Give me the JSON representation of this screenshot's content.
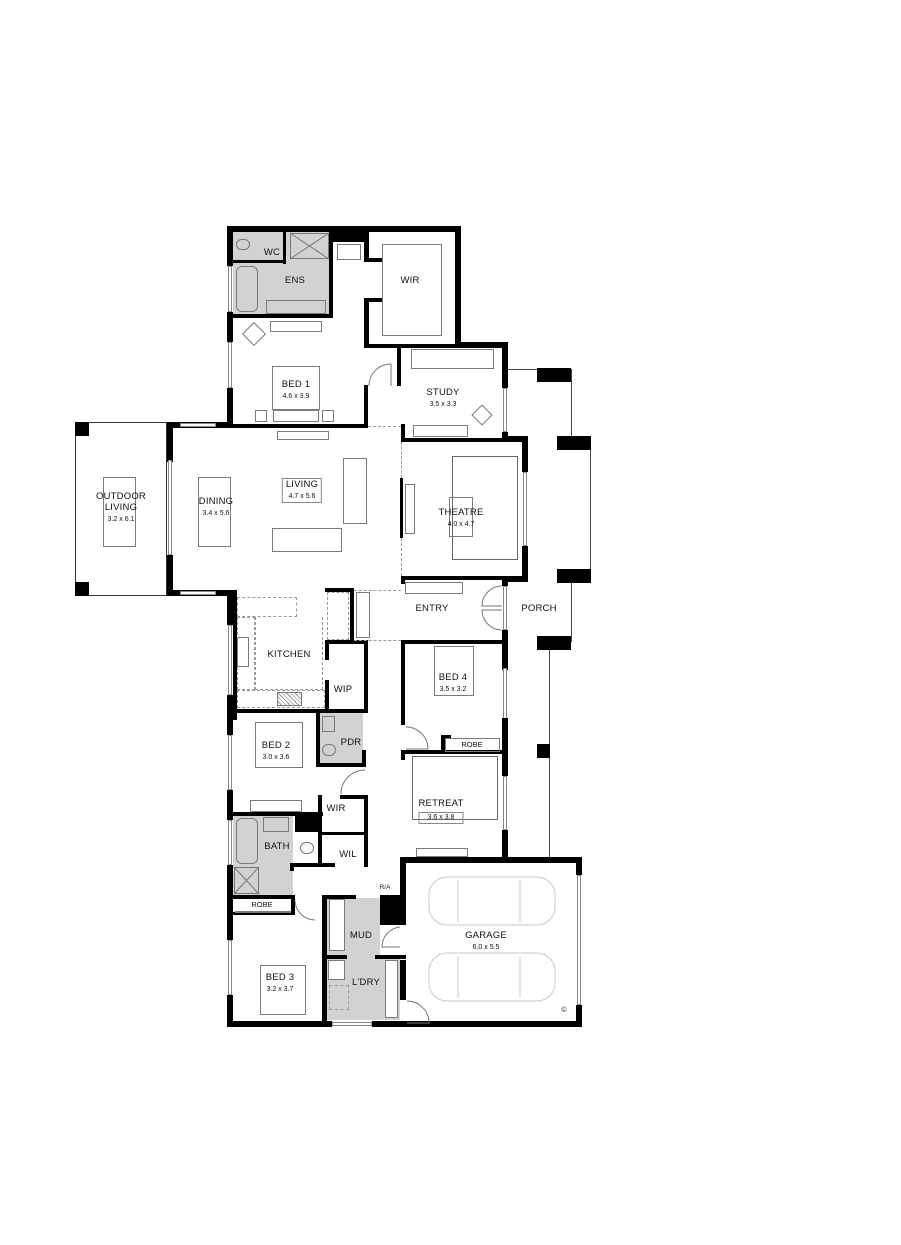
{
  "plan": {
    "type": "residential-floor-plan",
    "rooms": [
      {
        "id": "wc",
        "name": "WC",
        "dims": ""
      },
      {
        "id": "ens",
        "name": "ENS",
        "dims": ""
      },
      {
        "id": "wir1",
        "name": "WIR",
        "dims": ""
      },
      {
        "id": "bed1",
        "name": "BED 1",
        "dims": "4.6 x 3.9"
      },
      {
        "id": "study",
        "name": "STUDY",
        "dims": "3.5 x 3.3"
      },
      {
        "id": "outdoor",
        "name": "OUTDOOR\nLIVING",
        "name_line1": "OUTDOOR",
        "name_line2": "LIVING",
        "dims": "3.2 x 6.1"
      },
      {
        "id": "dining",
        "name": "DINING",
        "dims": "3.4 x 5.6"
      },
      {
        "id": "living",
        "name": "LIVING",
        "dims": "4.7 x 5.6"
      },
      {
        "id": "theatre",
        "name": "THEATRE",
        "dims": "4.0 x 4.7"
      },
      {
        "id": "entry",
        "name": "ENTRY",
        "dims": ""
      },
      {
        "id": "porch",
        "name": "PORCH",
        "dims": ""
      },
      {
        "id": "kitchen",
        "name": "KITCHEN",
        "dims": ""
      },
      {
        "id": "wip",
        "name": "WIP",
        "dims": ""
      },
      {
        "id": "bed4",
        "name": "BED 4",
        "dims": "3.5 x 3.2"
      },
      {
        "id": "robe4",
        "name": "ROBE",
        "dims": ""
      },
      {
        "id": "bed2",
        "name": "BED 2",
        "dims": "3.0 x 3.6"
      },
      {
        "id": "pdr",
        "name": "PDR",
        "dims": ""
      },
      {
        "id": "retreat",
        "name": "RETREAT",
        "dims": "3.6 x 3.8"
      },
      {
        "id": "wir2",
        "name": "WIR",
        "dims": ""
      },
      {
        "id": "bath",
        "name": "BATH",
        "dims": ""
      },
      {
        "id": "wil",
        "name": "WIL",
        "dims": ""
      },
      {
        "id": "ra",
        "name": "R/A",
        "dims": ""
      },
      {
        "id": "robe3",
        "name": "ROBE",
        "dims": ""
      },
      {
        "id": "mud",
        "name": "MUD",
        "dims": ""
      },
      {
        "id": "ldry",
        "name": "L'DRY",
        "dims": ""
      },
      {
        "id": "bed3",
        "name": "BED 3",
        "dims": "3.2 x 3.7"
      },
      {
        "id": "garage",
        "name": "GARAGE",
        "dims": "6.0 x 5.5"
      }
    ],
    "colors": {
      "wall": "#000000",
      "wet_area": "#d2d2d2",
      "furniture": "#7a7a7a",
      "background": "#ffffff"
    },
    "copyright_mark": "©"
  }
}
